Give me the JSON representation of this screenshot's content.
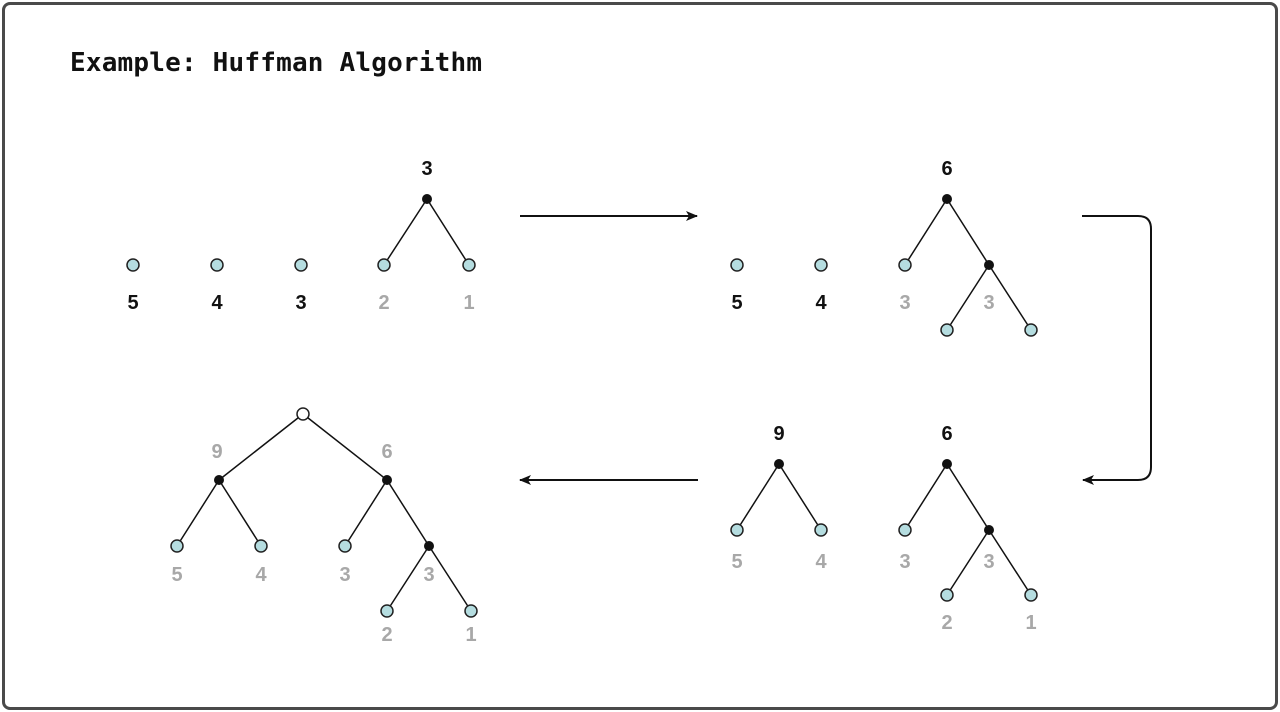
{
  "title": "Example: Huffman Algorithm",
  "colors": {
    "leaf": "#b5dde0",
    "node": "#111111",
    "label_active": "#111111",
    "label_muted": "#a8a8a8"
  },
  "steps": [
    {
      "labels": [
        "5",
        "4",
        "3",
        "2",
        "1",
        "3"
      ]
    },
    {
      "labels": [
        "5",
        "4",
        "3",
        "3",
        "6"
      ]
    },
    {
      "labels": [
        "5",
        "4",
        "9",
        "3",
        "3",
        "2",
        "1",
        "6"
      ]
    },
    {
      "labels": [
        "9",
        "6",
        "5",
        "4",
        "3",
        "3",
        "2",
        "1"
      ]
    }
  ]
}
